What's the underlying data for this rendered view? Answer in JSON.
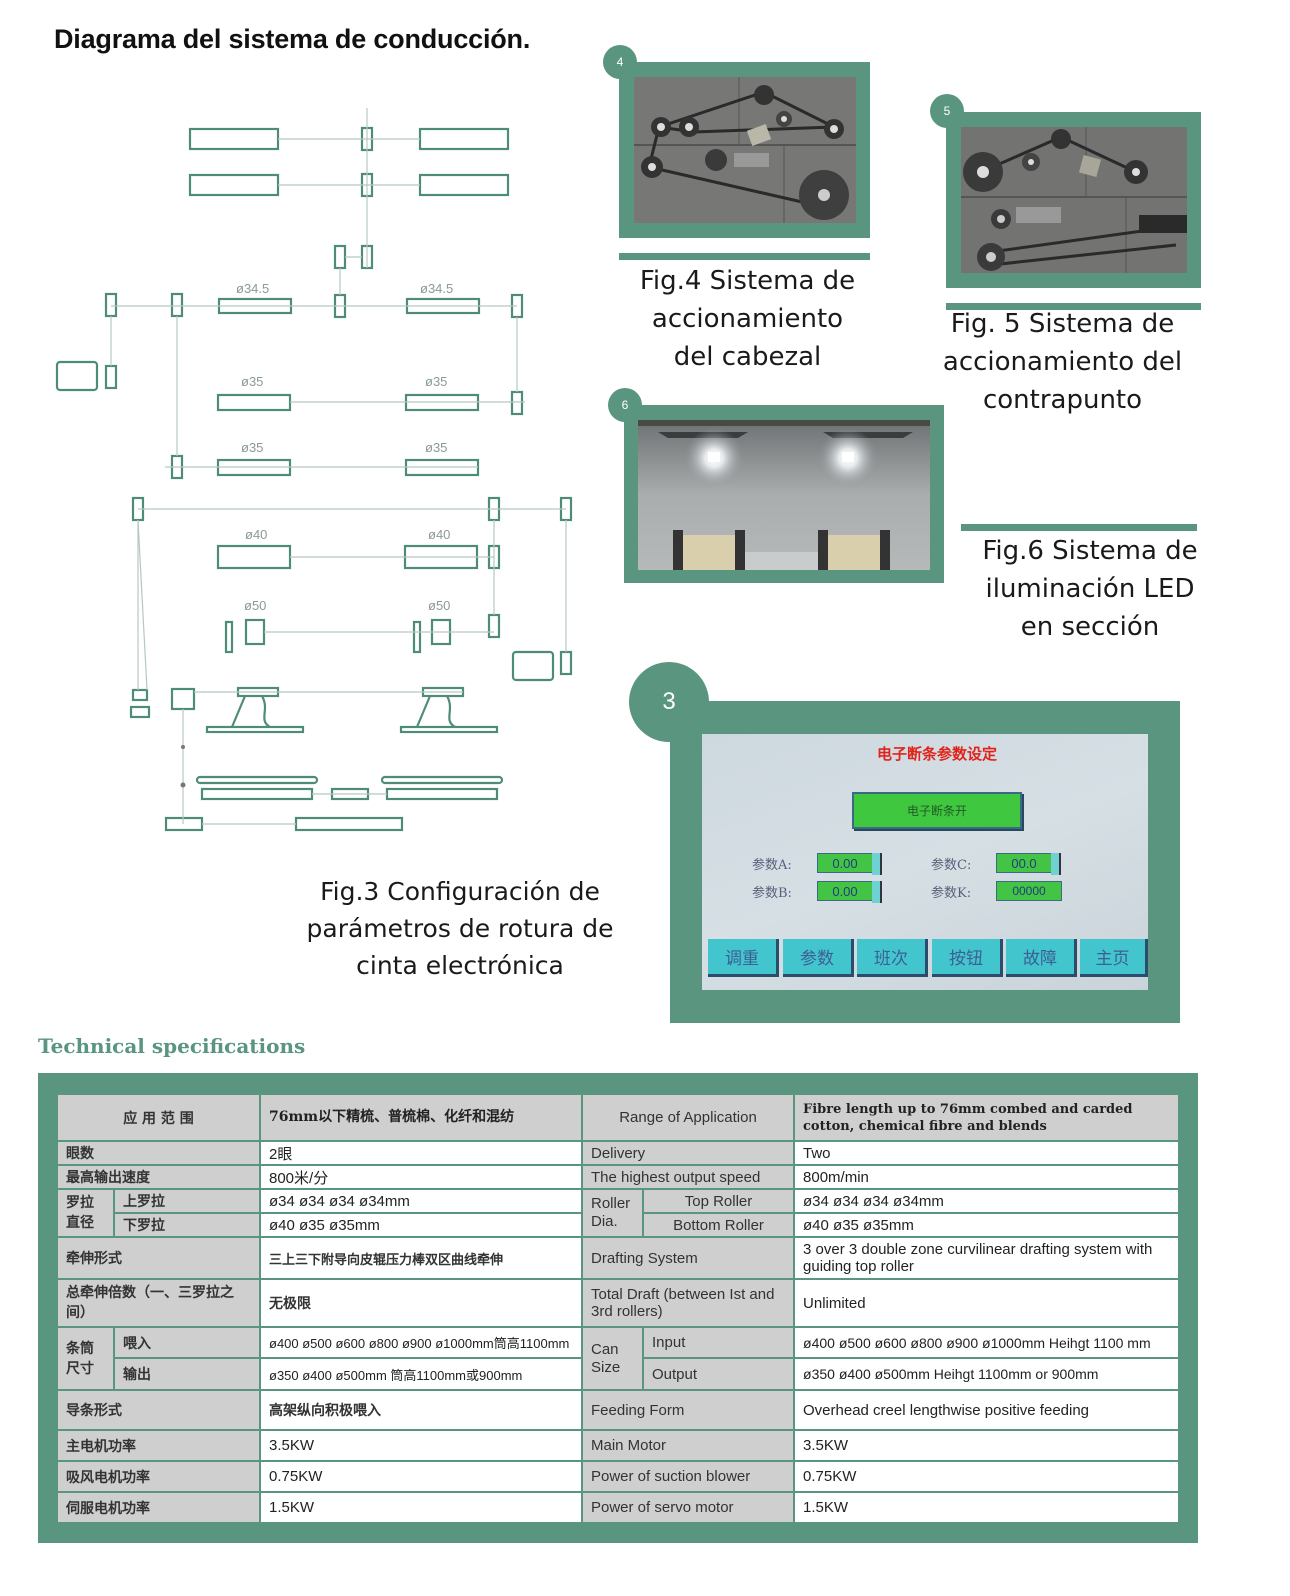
{
  "page_title": "Diagrama del sistema de conducción.",
  "colors": {
    "accent": "#5a9580",
    "hmi_title": "#e0241b",
    "hmi_green": "#44c444",
    "hmi_nav": "#43c5ce"
  },
  "diagram": {
    "labels": [
      "ø34.5",
      "ø34.5",
      "ø35",
      "ø35",
      "ø35",
      "ø35",
      "ø40",
      "ø40",
      "ø50",
      "ø50"
    ]
  },
  "figures": {
    "fig4": {
      "badge": "4",
      "caption_lines": [
        "Fig.4 Sistema de",
        "accionamiento",
        "del cabezal"
      ],
      "image": "headstock-drive-belt-photo"
    },
    "fig5": {
      "badge": "5",
      "caption_lines": [
        "Fig. 5 Sistema de",
        "accionamiento del",
        "contrapunto"
      ],
      "image": "tailstock-drive-belt-photo"
    },
    "fig6": {
      "badge": "6",
      "caption_lines": [
        "Fig.6 Sistema de",
        "iluminación LED",
        "en sección"
      ],
      "image": "led-lighting-photo"
    },
    "fig3": {
      "badge": "3",
      "caption_lines": [
        "Fig.3 Configuración de",
        "parámetros de rotura de",
        "cinta electrónica"
      ]
    }
  },
  "hmi": {
    "title": "电子断条参数设定",
    "toggle_button": "电子断条开",
    "params": [
      {
        "label": "参数A:",
        "value": "0.00"
      },
      {
        "label": "参数B:",
        "value": "0.00"
      },
      {
        "label": "参数C:",
        "value": "00.0"
      },
      {
        "label": "参数K:",
        "value": "00000"
      }
    ],
    "nav": [
      "调重",
      "参数",
      "班次",
      "按钮",
      "故障",
      "主页"
    ]
  },
  "specs": {
    "heading": "Technical specifications",
    "rows": {
      "range": {
        "cn": "应 用 范 围",
        "cn_val": "76mm以下精梳、普梳棉、化纤和混纺",
        "en": "Range of Application",
        "en_val": "Fibre length up to 76mm combed and carded cotton, chemical fibre and blends"
      },
      "delivery": {
        "cn": "眼数",
        "cn_val": "2眼",
        "en": "Delivery",
        "en_val": "Two"
      },
      "speed": {
        "cn": "最高输出速度",
        "cn_val": "800米/分",
        "en": "The highest output speed",
        "en_val": "800m/min"
      },
      "roller": {
        "cn_group": "罗拉直径",
        "en_group": "Roller Dia.",
        "top": {
          "cn": "上罗拉",
          "cn_val": "ø34 ø34 ø34 ø34mm",
          "en": "Top Roller",
          "en_val": "ø34 ø34 ø34 ø34mm"
        },
        "bottom": {
          "cn": "下罗拉",
          "cn_val": "ø40 ø35 ø35mm",
          "en": "Bottom Roller",
          "en_val": "ø40 ø35 ø35mm"
        }
      },
      "drafting": {
        "cn": "牵伸形式",
        "cn_val": "三上三下附导向皮辊压力棒双区曲线牵伸",
        "en": "Drafting System",
        "en_val": "3 over 3 double zone curvilinear drafting system with guiding top roller"
      },
      "total_draft": {
        "cn": "总牵伸倍数（一、三罗拉之间）",
        "cn_val": "无极限",
        "en": "Total Draft (between Ist and 3rd rollers)",
        "en_val": "Unlimited"
      },
      "can": {
        "cn_group": "条筒尺寸",
        "en_group": "Can Size",
        "input": {
          "cn": "喂入",
          "cn_val": "ø400 ø500 ø600 ø800 ø900 ø1000mm筒高1100mm",
          "en": "Input",
          "en_val": "ø400 ø500 ø600 ø800 ø900 ø1000mm Heihgt 1100 mm"
        },
        "output": {
          "cn": "输出",
          "cn_val": "ø350 ø400 ø500mm  筒高1100mm或900mm",
          "en": "Output",
          "en_val": "ø350 ø400 ø500mm Heihgt 1100mm or 900mm"
        }
      },
      "feeding": {
        "cn": "导条形式",
        "cn_val": "高架纵向积极喂入",
        "en": "Feeding Form",
        "en_val": "Overhead creel lengthwise positive feeding"
      },
      "main_motor": {
        "cn": "主电机功率",
        "cn_val": "3.5KW",
        "en": "Main Motor",
        "en_val": "3.5KW"
      },
      "suction": {
        "cn": "吸风电机功率",
        "cn_val": "0.75KW",
        "en": "Power of suction blower",
        "en_val": "0.75KW"
      },
      "servo": {
        "cn": "伺服电机功率",
        "cn_val": "1.5KW",
        "en": "Power of servo motor",
        "en_val": "1.5KW"
      }
    }
  }
}
